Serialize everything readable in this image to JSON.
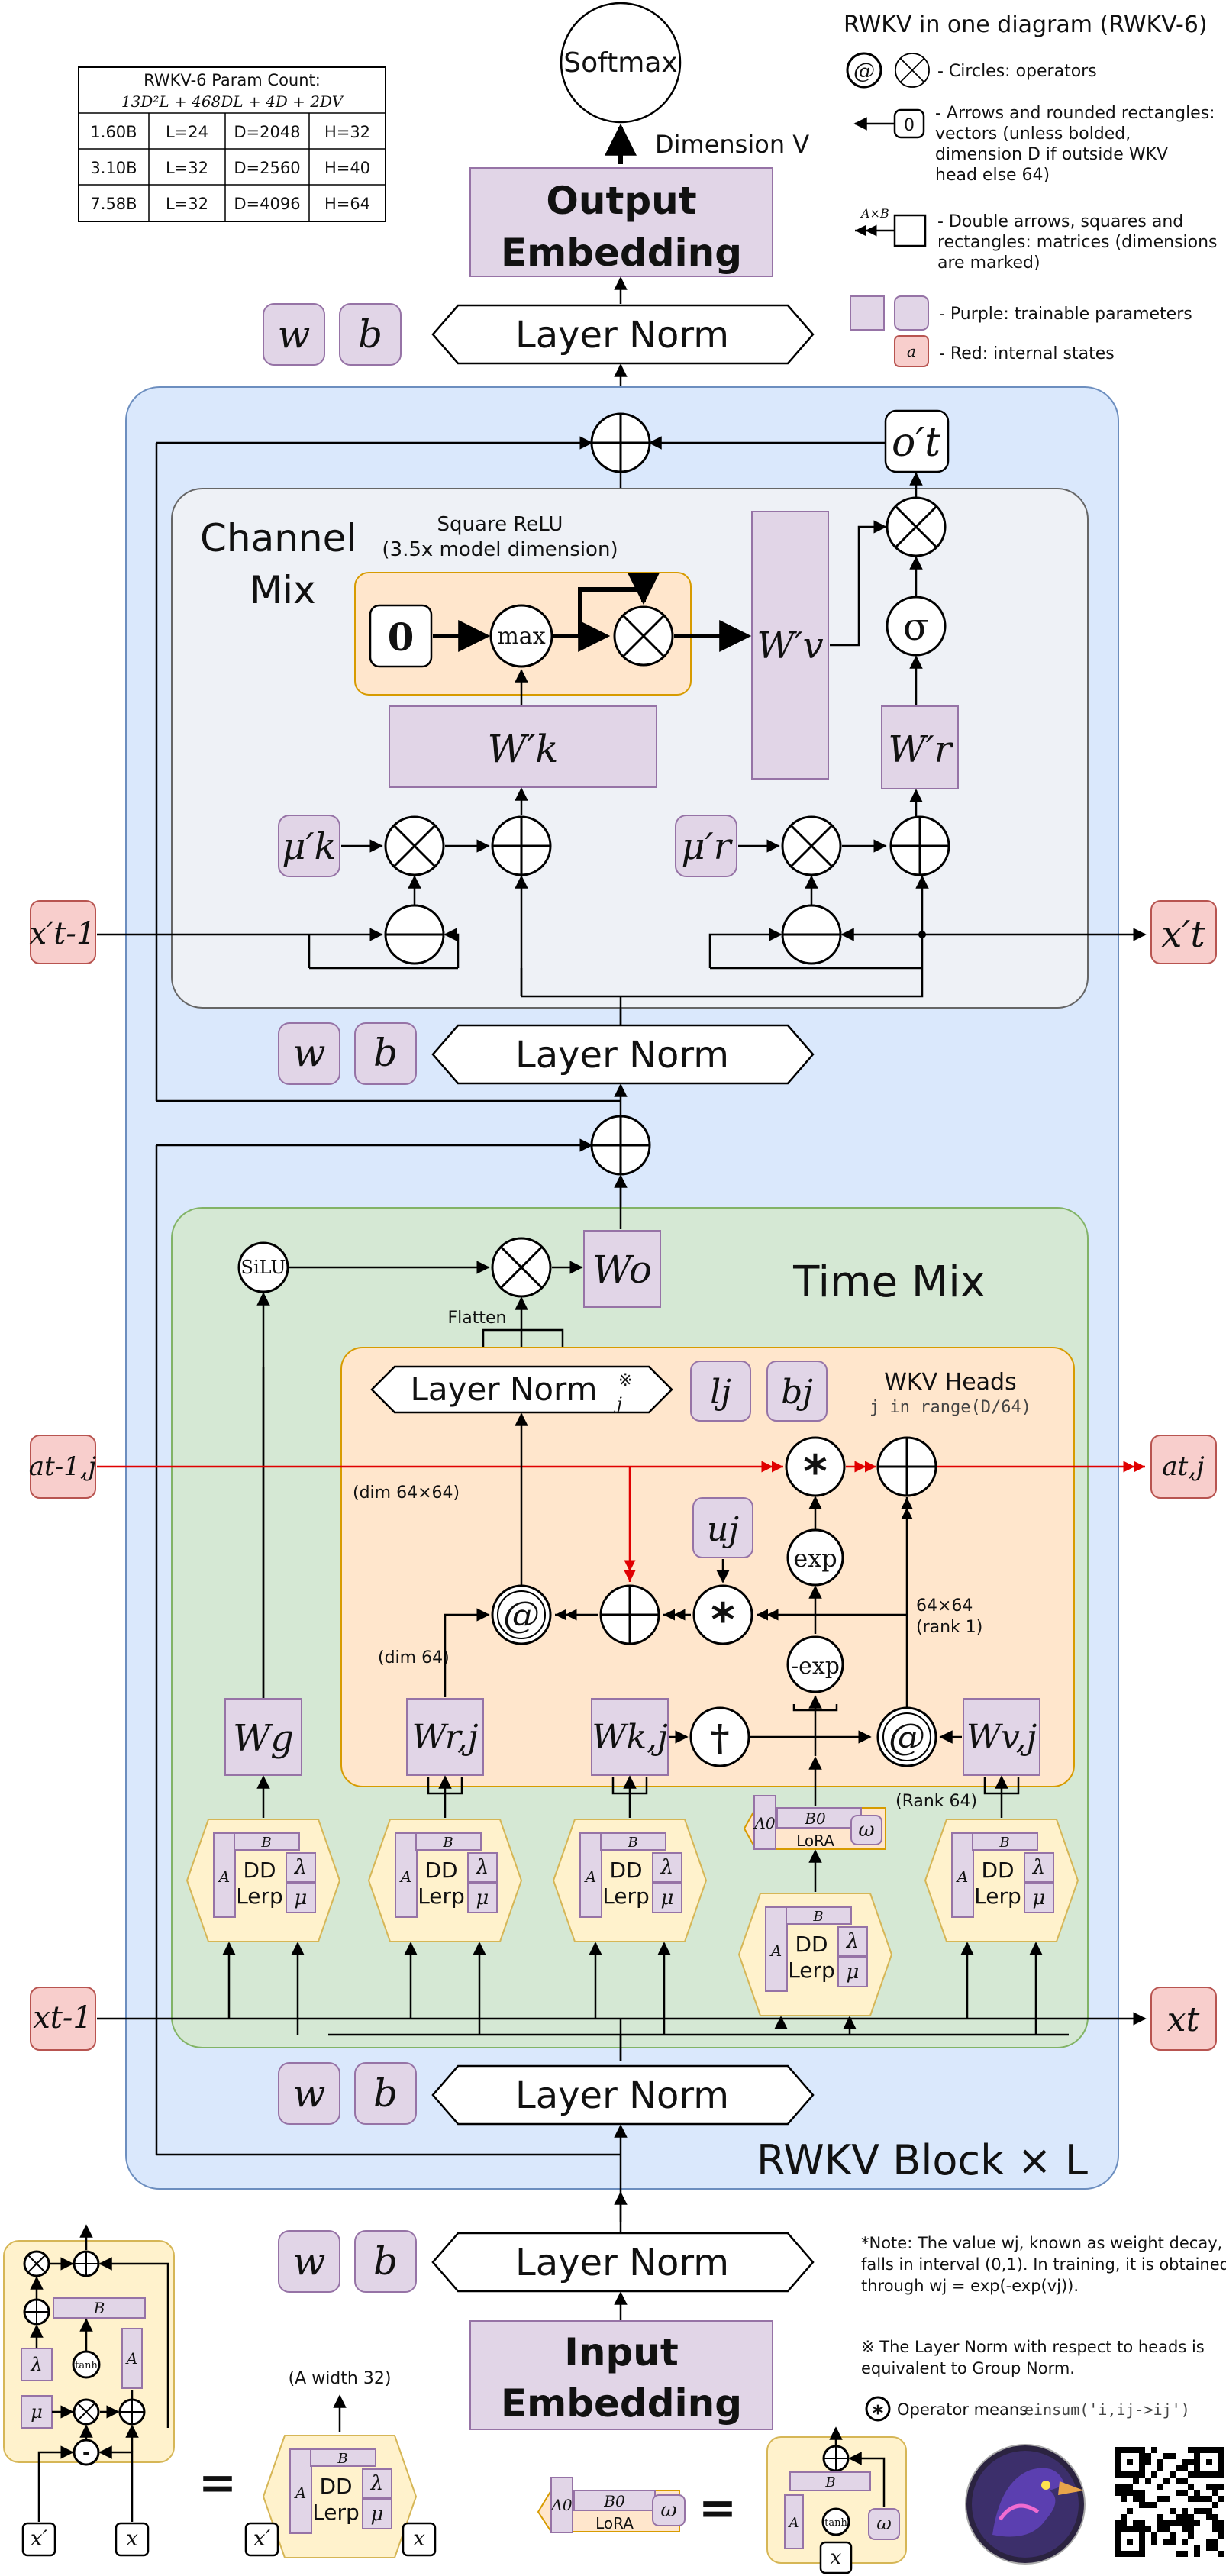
{
  "title": "RWKV in one diagram (RWKV-6)",
  "legend": {
    "circles": "- Circles: operators",
    "arrows_line1": "- Arrows and rounded rectangles:",
    "arrows_line2": "vectors (unless bolded,",
    "arrows_line3": "dimension D if outside WKV",
    "arrows_line4": "head else 64)",
    "double_line1": "- Double arrows, squares and",
    "double_line2": "rectangles: matrices (dimensions",
    "double_line3": "are marked)",
    "purple": "- Purple: trainable parameters",
    "red": "- Red: internal states",
    "vector_icon": "0",
    "matrix_icon": "A×B",
    "red_icon": "a"
  },
  "param_table": {
    "title": "RWKV-6 Param Count:",
    "formula": "13D²L + 468DL + 4D + 2DV",
    "rows": [
      [
        "1.60B",
        "L=24",
        "D=2048",
        "H=32"
      ],
      [
        "3.10B",
        "L=32",
        "D=2560",
        "H=40"
      ],
      [
        "7.58B",
        "L=32",
        "D=4096",
        "H=64"
      ]
    ]
  },
  "top": {
    "softmax": "Softmax",
    "dimension": "Dimension V",
    "output_embedding_1": "Output",
    "output_embedding_2": "Embedding",
    "layer_norm": "Layer Norm",
    "w": "w",
    "b": "b"
  },
  "block": {
    "label": "RWKV Block × L",
    "layer_norm": "Layer Norm",
    "w": "w",
    "b": "b"
  },
  "channel_mix": {
    "title_1": "Channel",
    "title_2": "Mix",
    "relu_1": "Square ReLU",
    "relu_2": "(3.5x model dimension)",
    "zero": "0",
    "max": "max",
    "wk": "W′k",
    "wv": "W′v",
    "wr": "W′r",
    "mu_k": "μ′k",
    "mu_r": "μ′r",
    "sigma": "σ",
    "o_t": "o′t",
    "x_prev": "x′t-1",
    "x_t": "x′t"
  },
  "time_mix": {
    "title": "Time Mix",
    "silu": "SiLU",
    "wo": "Wo",
    "wg": "Wg",
    "flatten": "Flatten",
    "wkv_title": "WKV Heads",
    "wkv_range": "j in range(D/64)",
    "ln_heads": "Layer Norm",
    "ln_j": "j",
    "ln_mark": "※",
    "lj": "lj",
    "bj": "bj",
    "uj": "uj",
    "a_prev": "at-1,j",
    "a_t": "at,j",
    "dim64x64": "(dim 64×64)",
    "dim64": "(dim 64)",
    "rank1_a": "64×64",
    "rank1_b": "(rank 1)",
    "rank64": "(Rank 64)",
    "exp": "exp",
    "negexp": "-exp",
    "dagger": "†",
    "at": "@",
    "star": "*",
    "wr": "Wr,j",
    "wk": "Wk,j",
    "wv": "Wv,j",
    "dd": "DD",
    "lerp": "Lerp",
    "A": "A",
    "B": "B",
    "B0": "B0",
    "A0": "A0",
    "lora": "LoRA",
    "omega": "ω",
    "lambda": "λ",
    "mu": "μ",
    "x_prev": "xt-1",
    "x_t": "xt"
  },
  "bottom": {
    "layer_norm": "Layer Norm",
    "w": "w",
    "b": "b",
    "input_1": "Input",
    "input_2": "Embedding",
    "a_width": "(A width 32)",
    "eq": "=",
    "x_prime": "x′",
    "x": "x",
    "tanh": "tanh",
    "minus": "-",
    "note_1": "*Note: The value wj, known as weight decay,",
    "note_2": "falls in interval (0,1). In training, it is obtained",
    "note_3": "through wj = exp(-exp(vj)).",
    "note_4": "※ The Layer Norm with respect to heads is",
    "note_5": "equivalent to Group Norm.",
    "op_note_1": "Operator means",
    "op_note_2": "einsum('i,ij->ij')"
  }
}
